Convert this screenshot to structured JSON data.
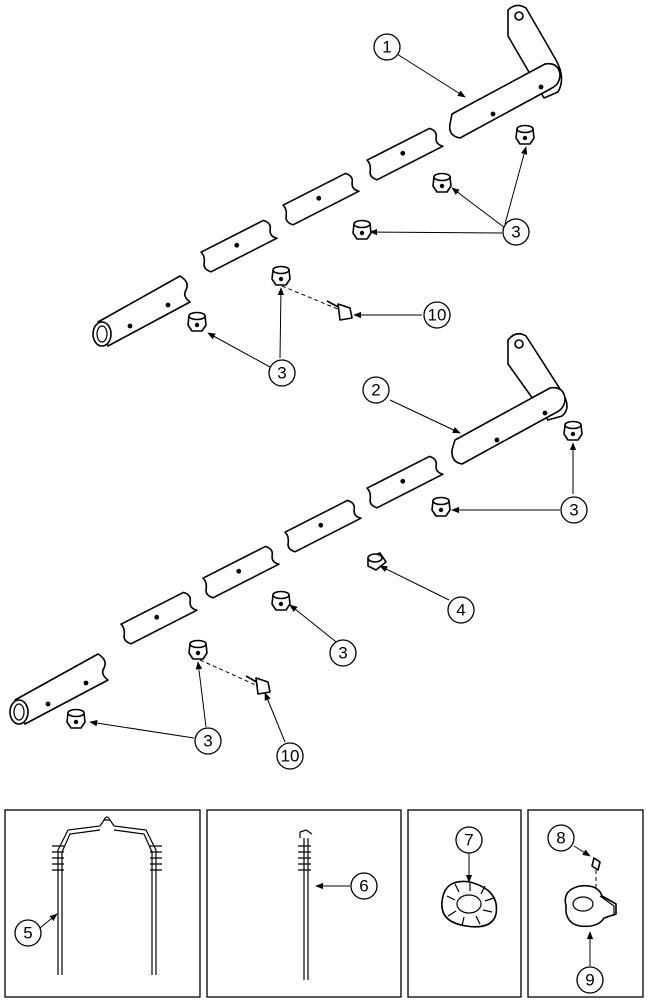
{
  "callouts": {
    "c1": "1",
    "c2": "2",
    "c3a": "3",
    "c3b": "3",
    "c3c": "3",
    "c3d": "3",
    "c3e": "3",
    "c4": "4",
    "c5": "5",
    "c6": "6",
    "c7": "7",
    "c8": "8",
    "c9": "9",
    "c10a": "10",
    "c10b": "10"
  }
}
